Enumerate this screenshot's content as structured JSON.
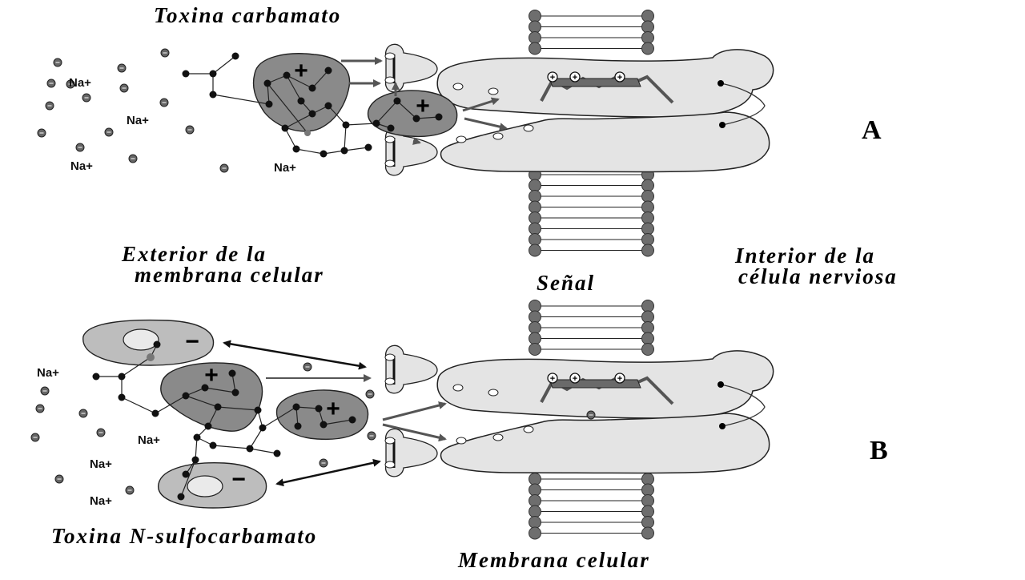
{
  "labels": {
    "toxina_carbamato": "Toxina carbamato",
    "exterior_line1": "Exterior de la",
    "exterior_line2": "membrana celular",
    "senal": "Señal",
    "interior_line1": "Interior de la",
    "interior_line2": "célula  nerviosa",
    "toxina_n_sulfo": "Toxina N-sulfocarbamato",
    "membrana_celular": "Membrana celular",
    "panel_a": "A",
    "panel_b": "B"
  },
  "ion_label": "Na+",
  "charges": {
    "plus": "+",
    "minus": "−"
  },
  "colors": {
    "membrane_head": "#6e6e6e",
    "channel_fill": "#e4e4e4",
    "toxin_dark": "#8a8a8a",
    "toxin_light": "#bdbdbd",
    "arrow": "#555555"
  }
}
